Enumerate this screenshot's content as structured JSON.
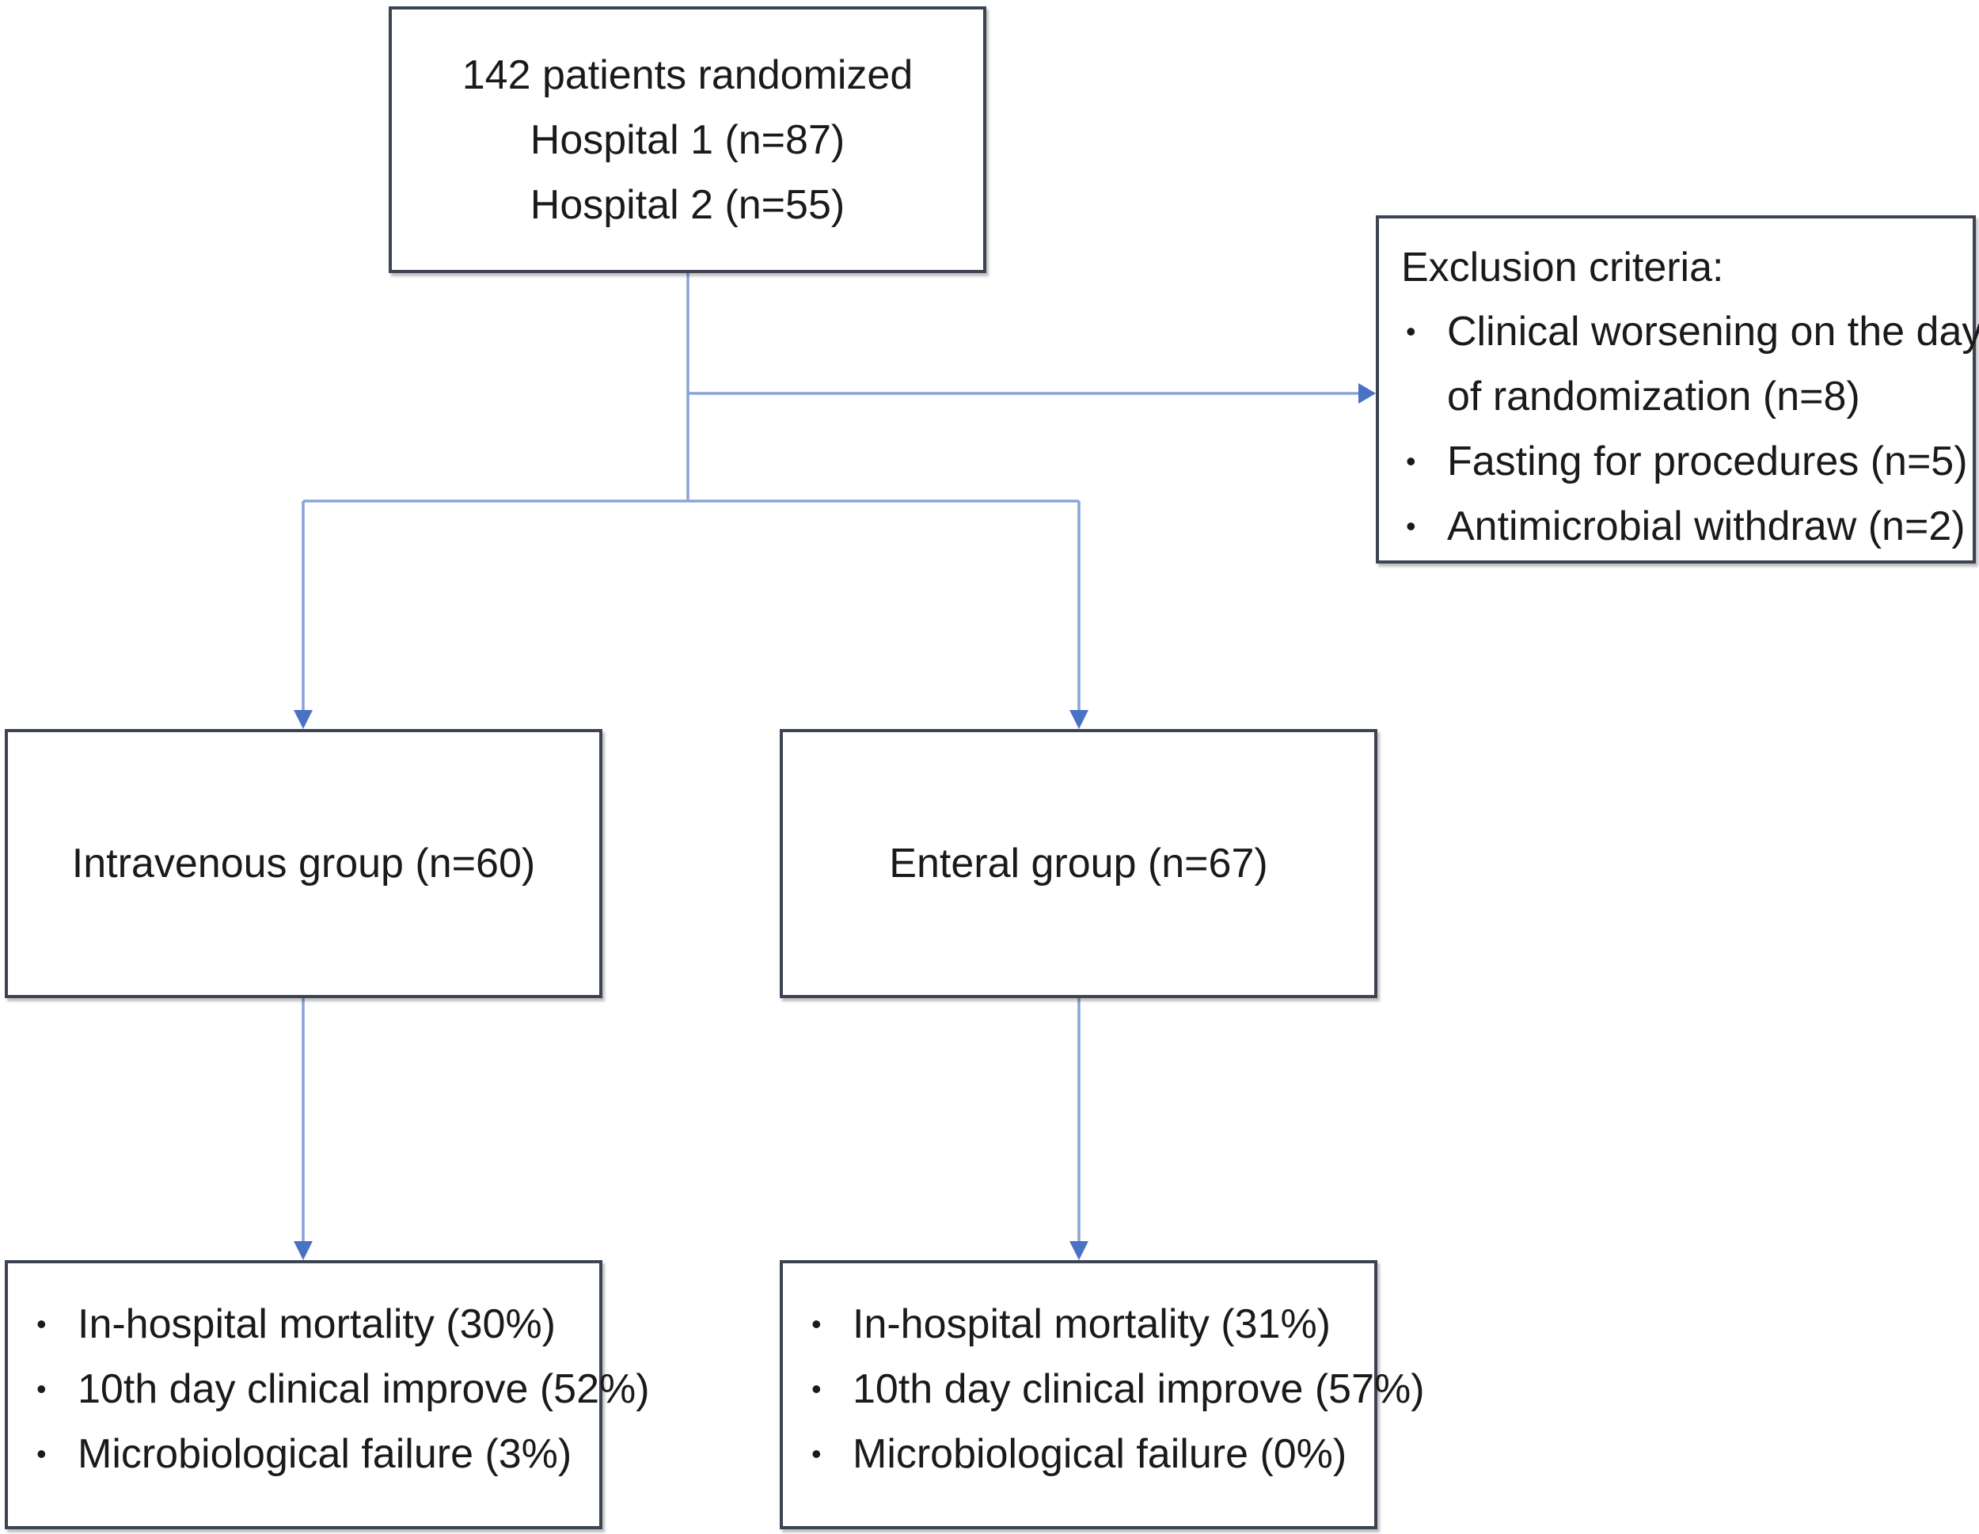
{
  "randomized": {
    "lines": [
      "142 patients randomized",
      "Hospital 1 (n=87)",
      "Hospital 2 (n=55)"
    ]
  },
  "exclusion": {
    "title": "Exclusion criteria:",
    "items": [
      [
        "Clinical worsening on the day",
        "of randomization (n=8)"
      ],
      [
        "Fasting for procedures (n=5)"
      ],
      [
        "Antimicrobial withdraw (n=2)"
      ]
    ]
  },
  "groups": {
    "intravenous": "Intravenous group (n=60)",
    "enteral": "Enteral group (n=67)"
  },
  "outcomes": {
    "intravenous": [
      "In-hospital mortality (30%)",
      "10th day clinical improve (52%)",
      "Microbiological failure (3%)"
    ],
    "enteral": [
      "In-hospital mortality (31%)",
      "10th day clinical improve (57%)",
      "Microbiological failure (0%)"
    ]
  },
  "colors": {
    "connector": "#5b7fc4",
    "box_border": "#3c4352"
  }
}
